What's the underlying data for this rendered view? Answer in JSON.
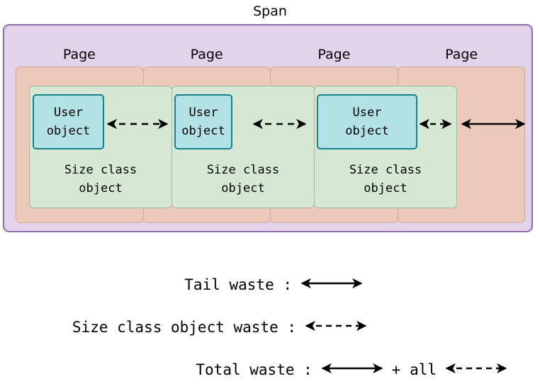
{
  "diagram": {
    "span": {
      "title": "Span",
      "fill": "#e0d3ea",
      "stroke": "#8e6aa8"
    },
    "pages": {
      "label": "Page",
      "count": 4,
      "fill": "#ebc9bb",
      "stroke": "#cfa798",
      "labels": [
        "Page",
        "Page",
        "Page",
        "Page"
      ]
    },
    "size_class_objects": {
      "label": "Size class\nobject",
      "count": 3,
      "fill": "#d5e8d4",
      "stroke": "#a5ba9f",
      "labels": [
        "Size class\nobject",
        "Size class\nobject",
        "Size class\nobject"
      ]
    },
    "user_objects": {
      "label": "User\nobject",
      "count": 3,
      "fill": "#b3e2e6",
      "stroke": "#17808c",
      "labels": [
        "User\nobject",
        "User\nobject",
        "User\nobject"
      ]
    },
    "arrows": {
      "size_class_waste_style": "dashed-double-arrow",
      "tail_waste_style": "solid-double-arrow",
      "color": "#000000",
      "count_dashed": 3,
      "count_solid": 1
    }
  },
  "legend": {
    "rows": [
      {
        "label": "Tail waste :",
        "arrow": "solid-double-arrow"
      },
      {
        "label": "Size class object waste :",
        "arrow": "dashed-double-arrow"
      },
      {
        "label": "Total waste :",
        "arrow_first": "solid-double-arrow",
        "joiner": "+ all",
        "arrow_second": "dashed-double-arrow"
      }
    ]
  }
}
